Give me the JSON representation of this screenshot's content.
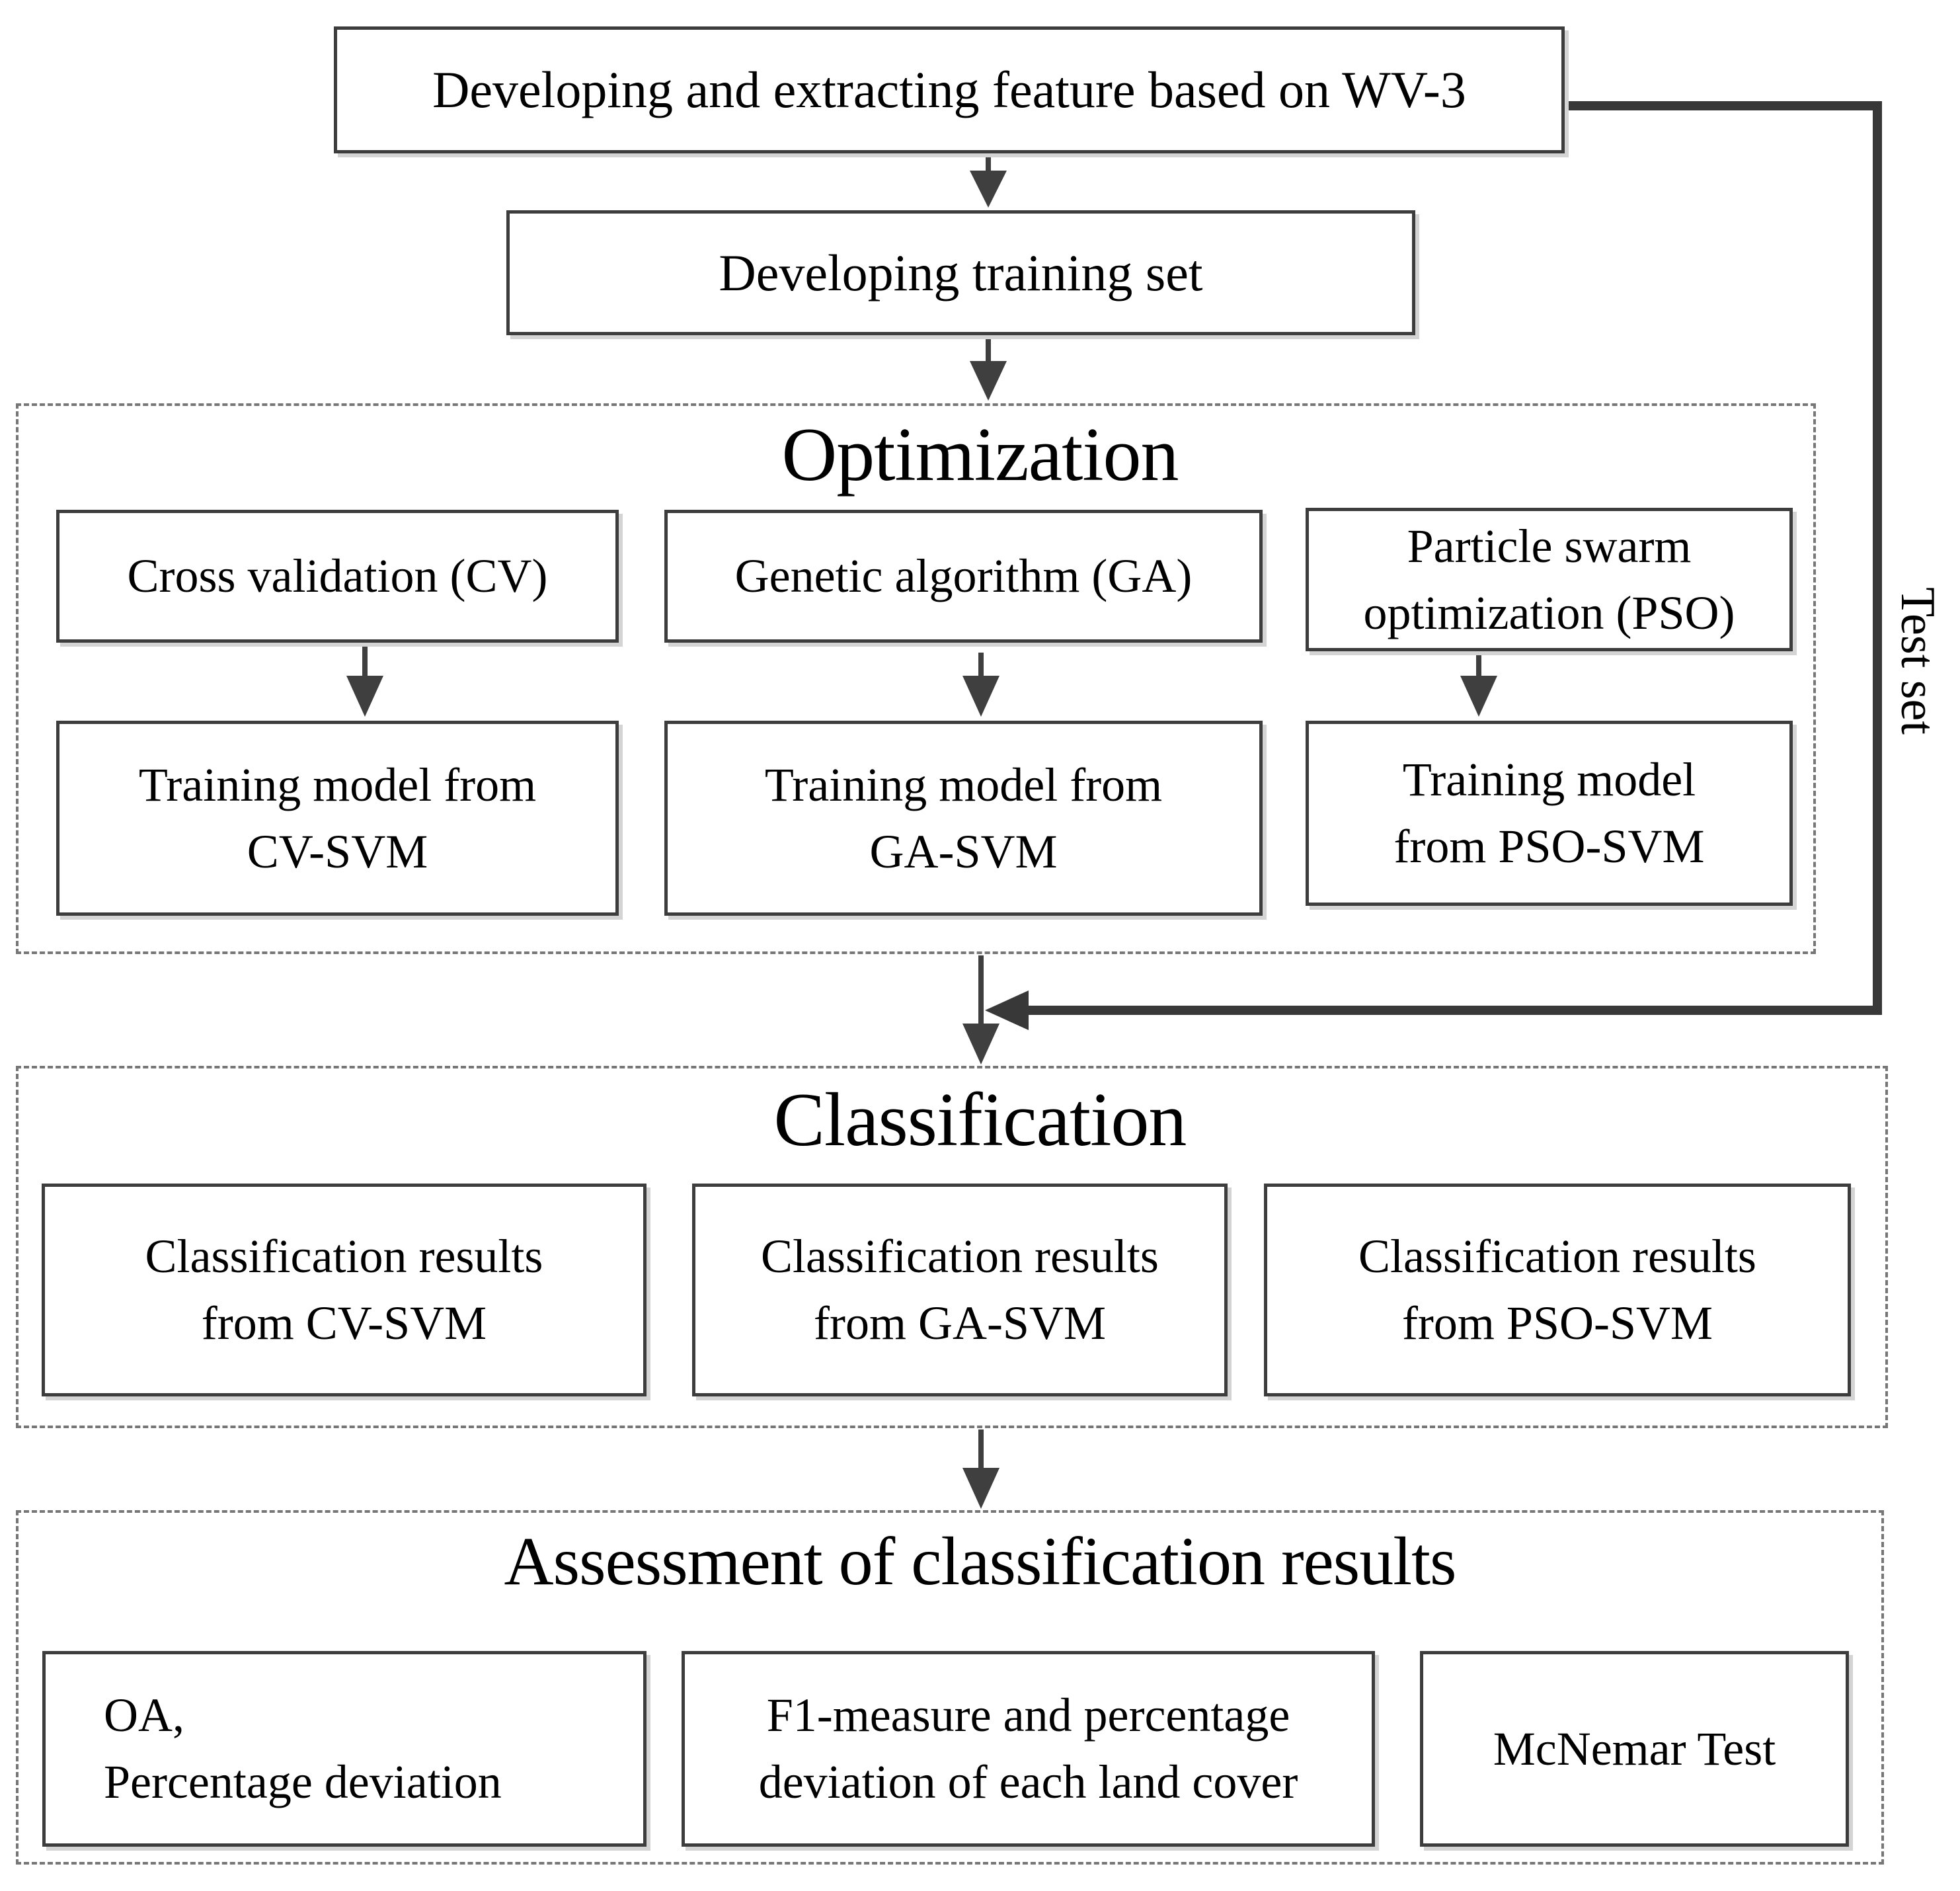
{
  "flowchart": {
    "top_box": {
      "label": "Developing and extracting feature based on WV-3"
    },
    "training_box": {
      "label": "Developing training set"
    },
    "test_set": {
      "label": "Test set"
    },
    "optimization": {
      "title": "Optimization",
      "methods": [
        {
          "label": "Cross validation (CV)"
        },
        {
          "label": "Genetic algorithm (GA)"
        },
        {
          "lines": [
            "Particle swarm",
            "optimization (PSO)"
          ]
        }
      ],
      "models": [
        {
          "lines": [
            "Training model from",
            "CV-SVM"
          ]
        },
        {
          "lines": [
            "Training model from",
            "GA-SVM"
          ]
        },
        {
          "lines": [
            "Training model",
            "from PSO-SVM"
          ]
        }
      ]
    },
    "classification": {
      "title": "Classification",
      "results": [
        {
          "lines": [
            "Classification results",
            "from CV-SVM"
          ]
        },
        {
          "lines": [
            "Classification results",
            "from GA-SVM"
          ]
        },
        {
          "lines": [
            "Classification results",
            "from PSO-SVM"
          ]
        }
      ]
    },
    "assessment": {
      "title": "Assessment of classification results",
      "metrics": [
        {
          "lines": [
            "OA,",
            "Percentage deviation"
          ]
        },
        {
          "lines": [
            "F1-measure and percentage",
            "deviation of each land cover"
          ]
        },
        {
          "label": "McNemar Test"
        }
      ]
    },
    "colors": {
      "box_border": "#3d3d3d",
      "dashed_border": "#777777",
      "arrow": "#3f3f3f",
      "text": "#000000",
      "background": "#ffffff"
    }
  }
}
